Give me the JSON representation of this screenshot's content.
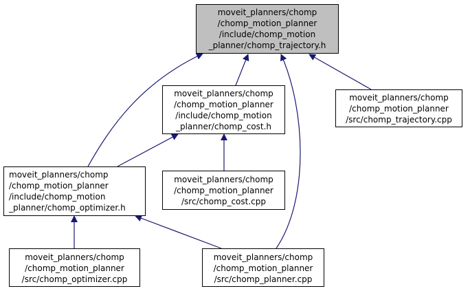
{
  "colors": {
    "edge": "#191970",
    "root_fill": "#bfbfbf",
    "node_fill": "#ffffff",
    "border": "#000000"
  },
  "nodes": {
    "trajectory_h": {
      "lines": [
        "moveit_planners/chomp",
        "/chomp_motion_planner",
        "/include/chomp_motion",
        "_planner/chomp_trajectory.h"
      ]
    },
    "cost_h": {
      "lines": [
        "moveit_planners/chomp",
        "/chomp_motion_planner",
        "/include/chomp_motion",
        "_planner/chomp_cost.h"
      ]
    },
    "trajectory_cpp": {
      "lines": [
        "moveit_planners/chomp",
        "/chomp_motion_planner",
        "/src/chomp_trajectory.cpp"
      ]
    },
    "optimizer_h": {
      "lines": [
        "moveit_planners/chomp",
        "/chomp_motion_planner",
        "/include/chomp_motion",
        "_planner/chomp_optimizer.h"
      ]
    },
    "cost_cpp": {
      "lines": [
        "moveit_planners/chomp",
        "/chomp_motion_planner",
        "/src/chomp_cost.cpp"
      ]
    },
    "optimizer_cpp": {
      "lines": [
        "moveit_planners/chomp",
        "/chomp_motion_planner",
        "/src/chomp_optimizer.cpp"
      ]
    },
    "planner_cpp": {
      "lines": [
        "moveit_planners/chomp",
        "/chomp_motion_planner",
        "/src/chomp_planner.cpp"
      ]
    }
  }
}
